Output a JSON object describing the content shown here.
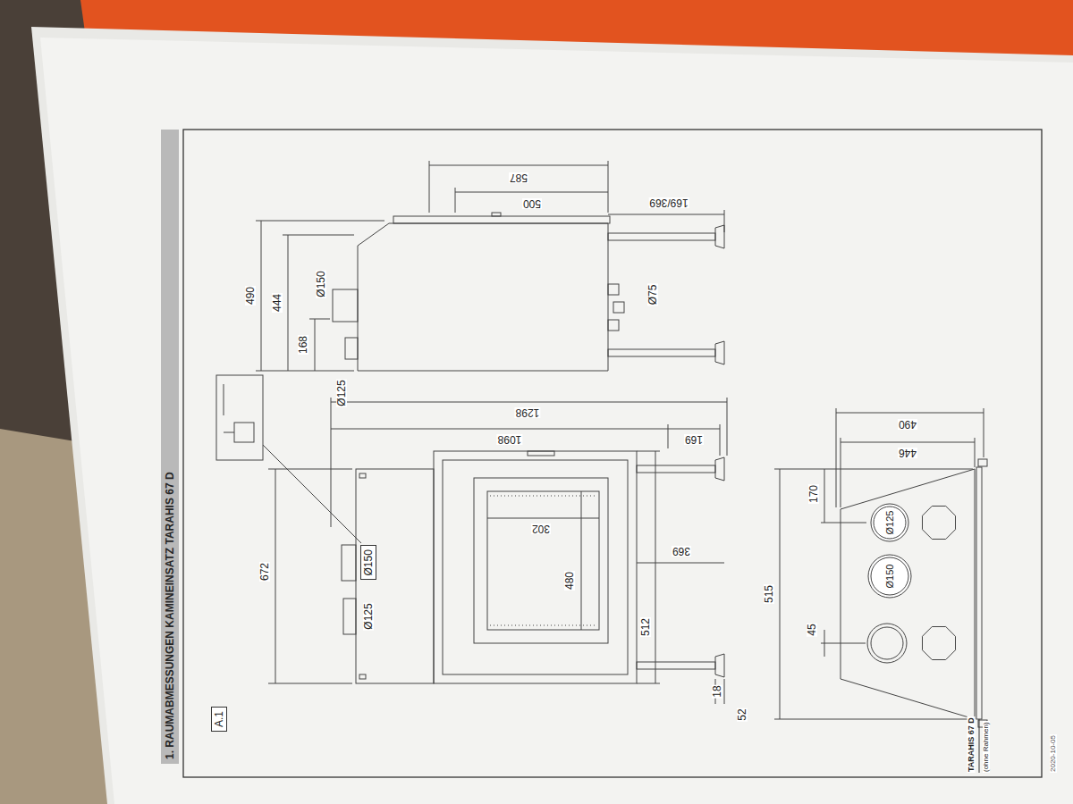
{
  "diagram": {
    "title": "1. RAUMABMESSUNGEN KAMINEINSATZ TARAHIS 67 D",
    "nodes": [
      {
        "text": [
          "A.1"
        ]
      },
      {
        "text": [
          "Ø150"
        ]
      },
      {
        "text": [
          "Ø125"
        ]
      },
      {
        "text": [
          "Ø150"
        ]
      }
    ],
    "labels": [
      "672",
      "Ø125",
      "512",
      "480",
      "302",
      "369",
      "169",
      "18",
      "52",
      "1298",
      "1098",
      "490",
      "444",
      "168",
      "Ø150",
      "Ø125",
      "587",
      "500",
      "169/369",
      "Ø75",
      "515",
      "45",
      "170",
      "446",
      "490",
      "TARAHIS 67 D",
      "(ohne Rahmen)",
      "2020-10-05"
    ]
  }
}
